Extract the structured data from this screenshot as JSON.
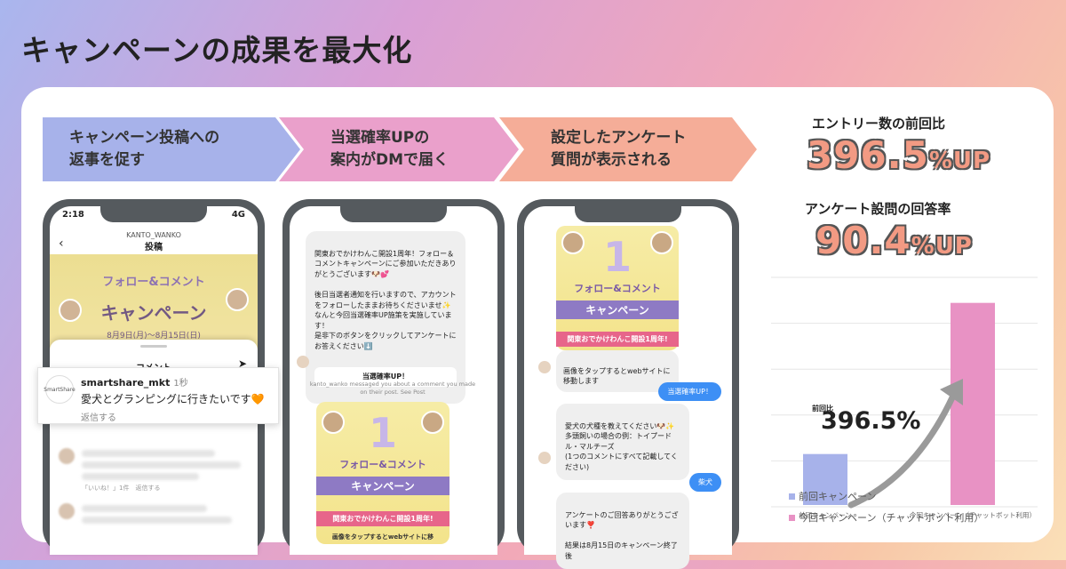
{
  "page": {
    "title": "キャンペーンの成果を最大化"
  },
  "steps": [
    {
      "label": "キャンペーン投稿への\n返事を促す"
    },
    {
      "label": "当選確率UPの\n案内がDMで届く"
    },
    {
      "label": "設定したアンケート\n質問が表示される"
    }
  ],
  "phone1": {
    "status_time": "2:18",
    "status_right": "4G",
    "account": "KANTO_WANKO",
    "header": "投稿",
    "banner_title": "キャンペーン",
    "banner_sub": "8月9日(月)〜8月15日(日)",
    "banner_follow": "フォロー&コメント",
    "sheet_title": "コメント",
    "like_reply": "「いいね！」1件　返信する"
  },
  "comment_popup": {
    "avatar_text": "SmartShare",
    "username": "smartshare_mkt",
    "time": "1秒",
    "text": "愛犬とグランピングに行きたいです🧡",
    "reply": "返信する"
  },
  "phone2": {
    "message": "関東おでかけわんこ開設1周年！フォロー＆コメントキャンペーンにご参加いただきありがとうございます🐶💕\n\n後日当選者通知を行いますので、アカウントをフォローしたままお待ちくださいませ✨\nなんと今回当選確率UP施策を実施しています！\n是非下のボタンをクリックしてアンケートにお答えください⬇️",
    "button": "当選確率UP！",
    "mention_note": "kanto_wanko messaged you about a comment you made on their post. See Post",
    "card_follow": "フォロー&コメント",
    "card_campaign": "キャンペーン",
    "card_ribbon": "関東おでかけわんこ開設1周年!",
    "caption": "画像をタップするとwebサイトに移"
  },
  "phone3": {
    "card_follow": "フォロー&コメント",
    "card_campaign": "キャンペーン",
    "card_ribbon": "関東おでかけわんこ開設1周年!",
    "caption": "画像をタップするとwebサイトに移動します",
    "reply1": "当選確率UP！",
    "question": "愛犬の犬種を教えてください🐶✨\n多頭飼いの場合の例：トイプードル・マルチーズ\n(1つのコメントにすべて記載してください)",
    "reply2": "柴犬",
    "thanks": "アンケートのご回答ありがとうございます❣️\n\n結果は8月15日のキャンペーン終了後"
  },
  "stats": {
    "entry_label": "エントリー数の前回比",
    "entry_value": "396.5",
    "entry_suffix": "%UP",
    "survey_label": "アンケート設問の回答率",
    "survey_value": "90.4",
    "survey_suffix": "%UP"
  },
  "chart_data": {
    "type": "bar",
    "categories": [
      "前回キャンペーン",
      "今回キャンペーン（チャットボット利用）"
    ],
    "values": [
      100,
      396.5
    ],
    "annotation_prefix": "前回比",
    "annotation": "396.5%",
    "ylim": [
      0,
      450
    ],
    "grid": true,
    "legend": [
      {
        "name": "前回キャンペーン",
        "color": "#a7b2ea"
      },
      {
        "name": "今回キャンペーン（チャットボット利用）",
        "color": "#e892c4"
      }
    ]
  }
}
